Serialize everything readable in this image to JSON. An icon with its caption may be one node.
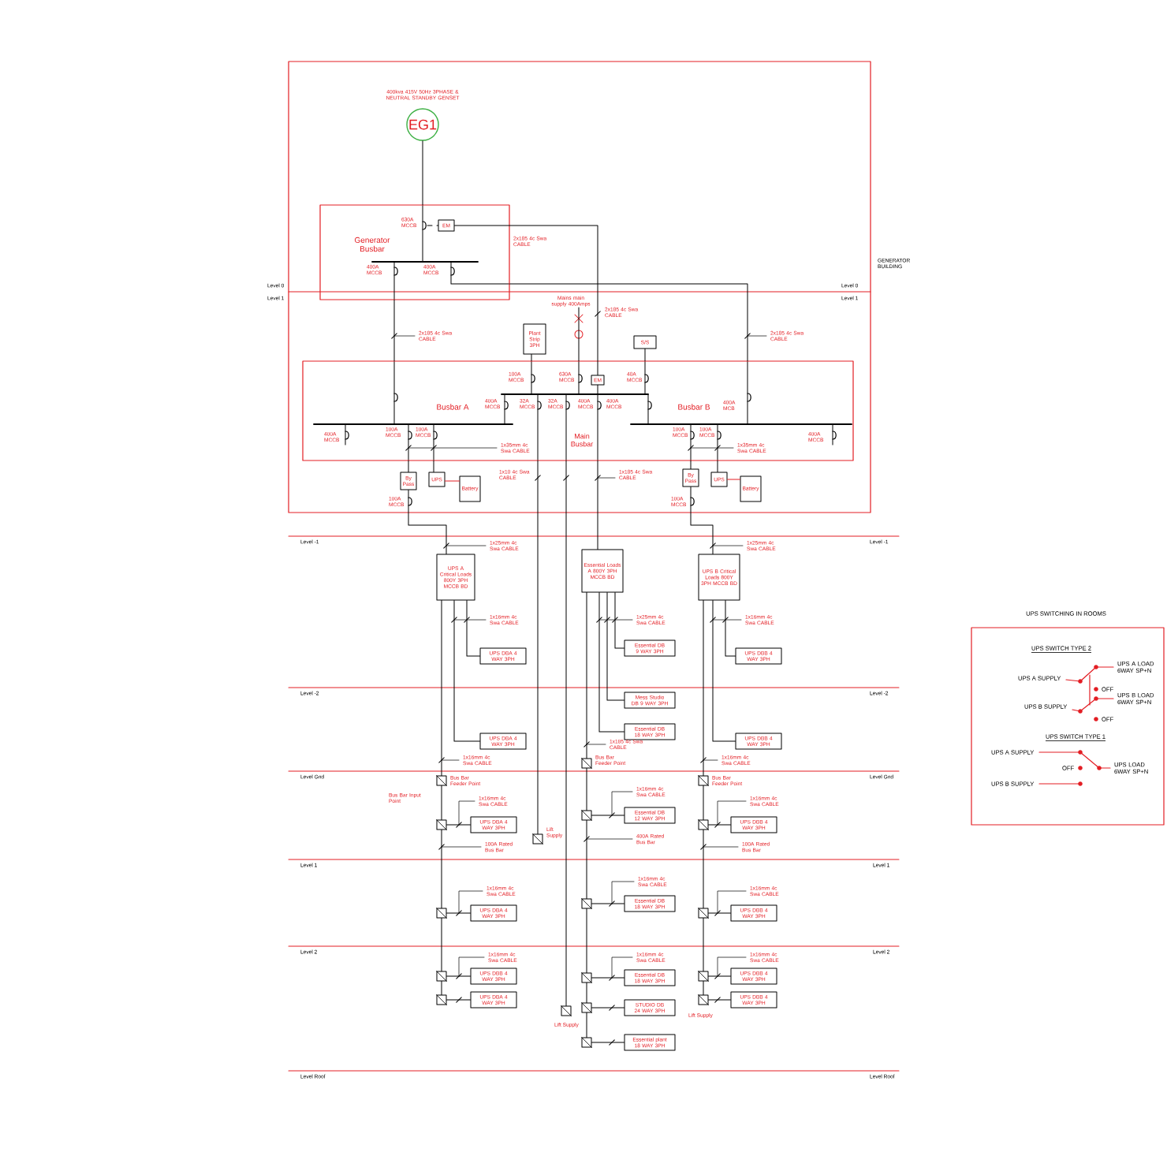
{
  "diagram": {
    "nodes": [
      {
        "text": [
          "GENERATOR BUILDING"
        ]
      },
      {
        "text": [
          "EG1"
        ],
        "beside": [
          "400kva 415V 50Hz 3PHASE & NEUTRAL STANDBY GENSET"
        ],
        "in": 0
      },
      {
        "text": [
          "Generator Busbar"
        ],
        "in": 0
      },
      {
        "text": [
          "Busbar A",
          "Main Busbar",
          "Busbar B"
        ],
        "in": 0
      },
      {
        "text": [
          "EM"
        ],
        "in": 2
      },
      {
        "text": [
          "Plant Strip 3PH"
        ],
        "in": 0
      },
      {
        "text": [
          "S/S"
        ],
        "in": 0
      },
      {
        "text": [
          "EM"
        ],
        "in": 3
      },
      {
        "text": [
          "By Pass"
        ],
        "in": 0
      },
      {
        "text": [
          "UPS"
        ],
        "in": 0
      },
      {
        "text": [
          "Battery"
        ],
        "in": 0
      },
      {
        "text": [
          "By Pass"
        ],
        "in": 0
      },
      {
        "text": [
          "UPS"
        ],
        "in": 0
      },
      {
        "text": [
          "Battery"
        ],
        "in": 0
      },
      {
        "text": [
          "UPS A Critical Loads 800Y 3PH MCCB BD"
        ]
      },
      {
        "text": [
          "Essential Loads A 800Y 3PH MCCB BD"
        ]
      },
      {
        "text": [
          "UPS B Critical Loads 800Y 3PH MCCB BD"
        ]
      },
      {
        "text": [
          "UPS DBA 4 WAY 3PH"
        ]
      },
      {
        "text": [
          "Essential DB 9 WAY 3PH"
        ]
      },
      {
        "text": [
          "UPS DBB 4 WAY 3PH"
        ]
      },
      {
        "text": [
          "Mess Studio DB 9 WAY 3PH"
        ]
      },
      {
        "text": [
          "UPS DBA 4 WAY 3PH"
        ]
      },
      {
        "text": [
          "Essential DB 18 WAY 3PH"
        ]
      },
      {
        "text": [
          "UPS DBB 4 WAY 3PH"
        ]
      },
      {
        "text": [],
        "shape": "box"
      },
      {
        "text": [],
        "shape": "box"
      },
      {
        "text": [],
        "shape": "box"
      },
      {
        "text": [],
        "shape": "box"
      },
      {
        "text": [
          "UPS DBA 4 WAY 3PH"
        ]
      },
      {
        "text": [],
        "shape": "box"
      },
      {
        "text": [
          "Essential DB 12 WAY 3PH"
        ]
      },
      {
        "text": [],
        "shape": "box"
      },
      {
        "text": [
          "UPS DBB 4 WAY 3PH"
        ]
      },
      {
        "text": [],
        "shape": "box",
        "beside": [
          "Lift Supply"
        ]
      },
      {
        "text": [],
        "shape": "box"
      },
      {
        "text": [
          "UPS DBA 4 WAY 3PH"
        ]
      },
      {
        "text": [],
        "shape": "box"
      },
      {
        "text": [
          "Essential DB 18 WAY 3PH"
        ]
      },
      {
        "text": [],
        "shape": "box"
      },
      {
        "text": [
          "UPS DBB 4 WAY 3PH"
        ]
      },
      {
        "text": [],
        "shape": "box"
      },
      {
        "text": [
          "UPS DBB 4 WAY 3PH"
        ]
      },
      {
        "text": [],
        "shape": "box"
      },
      {
        "text": [
          "UPS DBA 4 WAY 3PH"
        ]
      },
      {
        "text": [],
        "shape": "box"
      },
      {
        "text": [
          "Essential DB 18 WAY 3PH"
        ]
      },
      {
        "text": [],
        "shape": "box"
      },
      {
        "text": [
          "STUDIO DB 24 WAY 3PH"
        ]
      },
      {
        "text": [],
        "shape": "box"
      },
      {
        "text": [
          "Essential plant 18 WAY 3PH"
        ]
      },
      {
        "text": [],
        "shape": "box",
        "beside": [
          "Lift Supply"
        ]
      },
      {
        "text": [],
        "shape": "box"
      },
      {
        "text": [
          "UPS DBB 4 WAY 3PH"
        ]
      },
      {
        "text": [],
        "shape": "box"
      },
      {
        "text": [
          "UPS DBB 4 WAY 3PH"
        ]
      },
      {
        "text": [
          "Mains main supply 400Amps"
        ],
        "in": 0
      },
      {
        "text": [
          "UPS SWITCHING IN ROOMS",
          "UPS SWITCH TYPE 2",
          "UPS A SUPPLY",
          "UPS B SUPPLY",
          "OFF",
          "OFF",
          "UPS A LOAD 6WAY SP+N",
          "UPS B LOAD 6WAY SP+N",
          "UPS SWITCH TYPE 1",
          "UPS A SUPPLY",
          "OFF",
          "UPS LOAD 6WAY SP+N",
          "UPS B SUPPLY"
        ]
      }
    ],
    "edges": [
      {
        "from": 1,
        "to": 2,
        "arrow": "none"
      },
      {
        "from": 2,
        "to": 3,
        "arrow": "none"
      },
      {
        "from": 2,
        "to": 3,
        "arrow": "none"
      },
      {
        "from": 4,
        "to": 7,
        "arrow": "none"
      },
      {
        "from": 55,
        "to": 3,
        "arrow": "none"
      },
      {
        "from": 3,
        "to": 5,
        "arrow": "none"
      },
      {
        "from": 3,
        "to": 6,
        "arrow": "none"
      },
      {
        "from": 3,
        "to": 8,
        "arrow": "none"
      },
      {
        "from": 3,
        "to": 9,
        "arrow": "none"
      },
      {
        "from": 9,
        "to": 10,
        "arrow": "none",
        "color": "#e31e24"
      },
      {
        "from": 8,
        "to": 14,
        "arrow": "none"
      },
      {
        "from": 3,
        "to": 11,
        "arrow": "none"
      },
      {
        "from": 3,
        "to": 12,
        "arrow": "none"
      },
      {
        "from": 12,
        "to": 13,
        "arrow": "none",
        "color": "#e31e24"
      },
      {
        "from": 11,
        "to": 16,
        "arrow": "none"
      },
      {
        "from": 3,
        "to": 33,
        "arrow": "none"
      },
      {
        "from": 3,
        "to": 50,
        "arrow": "none"
      },
      {
        "from": 3,
        "to": 15,
        "arrow": "none"
      },
      {
        "from": 14,
        "to": 17,
        "arrow": "none"
      },
      {
        "from": 14,
        "to": 21,
        "arrow": "none"
      },
      {
        "from": 14,
        "to": 24,
        "arrow": "none"
      },
      {
        "from": 15,
        "to": 18,
        "arrow": "none"
      },
      {
        "from": 15,
        "to": 20,
        "arrow": "none"
      },
      {
        "from": 15,
        "to": 22,
        "arrow": "none"
      },
      {
        "from": 15,
        "to": 25,
        "arrow": "none"
      },
      {
        "from": 16,
        "to": 19,
        "arrow": "none"
      },
      {
        "from": 16,
        "to": 23,
        "arrow": "none"
      },
      {
        "from": 16,
        "to": 26,
        "arrow": "none"
      },
      {
        "from": 24,
        "to": 27,
        "arrow": "none"
      },
      {
        "from": 27,
        "to": 28,
        "arrow": "none"
      },
      {
        "from": 25,
        "to": 29,
        "arrow": "none"
      },
      {
        "from": 29,
        "to": 30,
        "arrow": "none"
      },
      {
        "from": 26,
        "to": 31,
        "arrow": "none"
      },
      {
        "from": 31,
        "to": 32,
        "arrow": "none"
      },
      {
        "from": 27,
        "to": 34,
        "arrow": "none"
      },
      {
        "from": 34,
        "to": 35,
        "arrow": "none"
      },
      {
        "from": 29,
        "to": 36,
        "arrow": "none"
      },
      {
        "from": 36,
        "to": 37,
        "arrow": "none"
      },
      {
        "from": 31,
        "to": 38,
        "arrow": "none"
      },
      {
        "from": 38,
        "to": 39,
        "arrow": "none"
      },
      {
        "from": 34,
        "to": 40,
        "arrow": "none"
      },
      {
        "from": 40,
        "to": 41,
        "arrow": "none"
      },
      {
        "from": 40,
        "to": 42,
        "arrow": "none"
      },
      {
        "from": 42,
        "to": 43,
        "arrow": "none"
      },
      {
        "from": 36,
        "to": 44,
        "arrow": "none"
      },
      {
        "from": 44,
        "to": 45,
        "arrow": "none"
      },
      {
        "from": 44,
        "to": 46,
        "arrow": "none"
      },
      {
        "from": 46,
        "to": 47,
        "arrow": "none"
      },
      {
        "from": 46,
        "to": 48,
        "arrow": "none"
      },
      {
        "from": 48,
        "to": 49,
        "arrow": "none"
      },
      {
        "from": 38,
        "to": 51,
        "arrow": "none"
      },
      {
        "from": 51,
        "to": 52,
        "arrow": "none"
      },
      {
        "from": 51,
        "to": 53,
        "arrow": "none"
      },
      {
        "from": 53,
        "to": 54,
        "arrow": "none"
      }
    ],
    "labels": [
      "630A MCCB",
      "2x185 4c Swa CABLE",
      "400A MCCB",
      "400A MCCB",
      "Level 0",
      "Level 0",
      "Level 1",
      "Level 1",
      "2x185 4c Swa CABLE",
      "2x185 4c Swa CABLE",
      "2x185 4c Swa CABLE",
      "100A MCCB",
      "630A MCCB",
      "40A MCCB",
      "400A MCCB",
      "32A MCCB",
      "32A MCCB",
      "400A MCCB",
      "400A MCCB",
      "400A MCB",
      "400A MCCB",
      "100A MCCB",
      "100A MCCB",
      "100A MCCB",
      "100A MCCB",
      "400A MCCB",
      "1x35mm 4c Swa CABLE",
      "1x35mm 4c Swa CABLE",
      "1x10 4c Swa CABLE",
      "1x185 4c Swa CABLE",
      "100A MCCB",
      "100A MCCB",
      "Level -1",
      "Level -1",
      "1x25mm 4c Swa CABLE",
      "1x25mm 4c Swa CABLE",
      "1x16mm 4c Swa CABLE",
      "1x25mm 4c Swa CABLE",
      "1x16mm 4c Swa CABLE",
      "Level -2",
      "Level -2",
      "1x185 4c Swa CABLE",
      "1x16mm 4c Swa CABLE",
      "1x16mm 4c Swa CABLE",
      "Level Gnd",
      "Level Gnd",
      "Bus Bar Feeder Point",
      "Bus Bar Feeder Point",
      "Bus Bar Feeder Point",
      "Bus Bar Input Point",
      "1x16mm 4c Swa CABLE",
      "1x16mm 4c Swa CABLE",
      "1x16mm 4c Swa CABLE",
      "400A Rated Bus Bar",
      "100A Rated Bus Bar",
      "100A Rated Bus Bar",
      "Level 1",
      "Level 1",
      "1x16mm 4c Swa CABLE",
      "1x16mm 4c Swa CABLE",
      "1x16mm 4c Swa CABLE",
      "Level 2",
      "Level 2",
      "1x16mm 4c Swa CABLE",
      "1x16mm 4c Swa CABLE",
      "1x16mm 4c Swa CABLE",
      "Lift Supply",
      "Level Roof",
      "Level Roof"
    ]
  }
}
